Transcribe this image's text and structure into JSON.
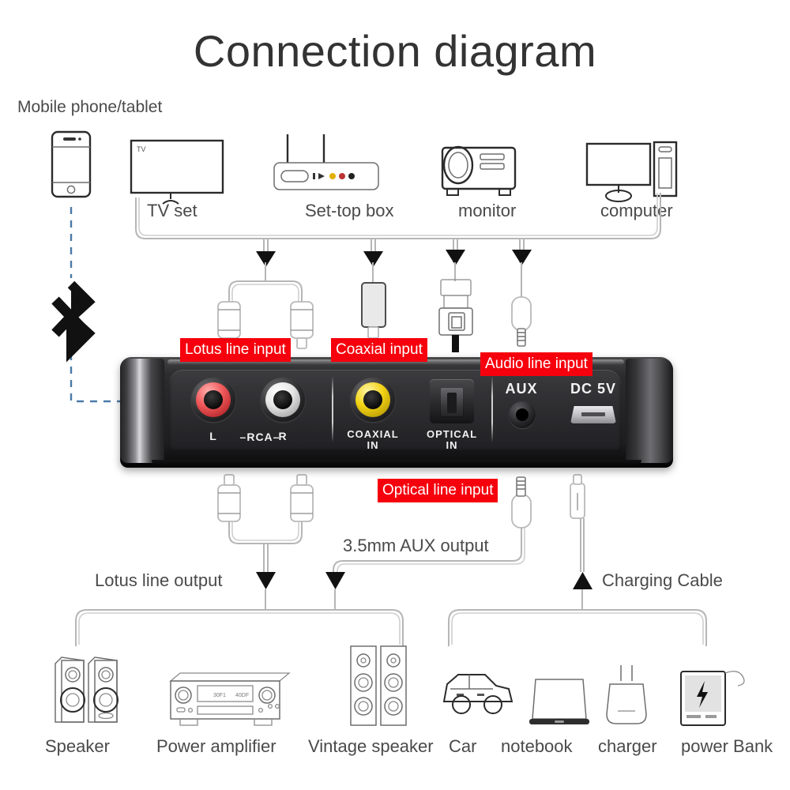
{
  "page": {
    "title": "Connection diagram"
  },
  "top_sources": {
    "group_label": "Mobile phone/tablet",
    "items": [
      {
        "label": "Mobile phone/tablet",
        "icon": "smartphone-icon"
      },
      {
        "label": "TV set",
        "icon": "television-icon",
        "screen_text": "TV"
      },
      {
        "label": "Set-top box",
        "icon": "set-top-box-icon"
      },
      {
        "label": "monitor",
        "icon": "projector-icon"
      },
      {
        "label": "computer",
        "icon": "desktop-computer-icon"
      }
    ]
  },
  "wireless": {
    "icon": "bluetooth-icon",
    "line_color": "#4a7aa8"
  },
  "input_callouts": [
    {
      "text": "Lotus line input",
      "color": "#f5000c"
    },
    {
      "text": "Coaxial input",
      "color": "#f5000c"
    },
    {
      "text": "Audio line input",
      "color": "#f5000c"
    },
    {
      "text": "Optical line input",
      "color": "#f5000c"
    }
  ],
  "device": {
    "ports": [
      {
        "caption": "L",
        "type": "rca-jack-left",
        "ring_color": "#f05a5c"
      },
      {
        "caption": "–RCA–",
        "type": "rca-label"
      },
      {
        "caption": "R",
        "type": "rca-jack-right",
        "ring_color": "#e6e6e6"
      },
      {
        "caption": "COAXIAL",
        "caption2": "IN",
        "type": "coaxial-jack",
        "ring_color": "#f2d314"
      },
      {
        "caption": "OPTICAL",
        "caption2": "IN",
        "type": "toslink-port"
      },
      {
        "caption": "AUX",
        "type": "aux-jack"
      },
      {
        "caption": "DC 5V",
        "type": "micro-usb-port"
      }
    ]
  },
  "output_labels": [
    {
      "text": "Lotus line output"
    },
    {
      "text": "3.5mm AUX output"
    },
    {
      "text": "Charging Cable"
    }
  ],
  "bottom_devices": [
    {
      "label": "Speaker",
      "icon": "bookshelf-speaker-pair-icon"
    },
    {
      "label": "Power amplifier",
      "icon": "amplifier-icon"
    },
    {
      "label": "Vintage speaker",
      "icon": "tower-speaker-pair-icon"
    },
    {
      "label": "Car",
      "icon": "car-icon"
    },
    {
      "label": "notebook",
      "icon": "laptop-icon"
    },
    {
      "label": "charger",
      "icon": "wall-charger-icon"
    },
    {
      "label": "power Bank",
      "icon": "power-bank-icon"
    }
  ]
}
